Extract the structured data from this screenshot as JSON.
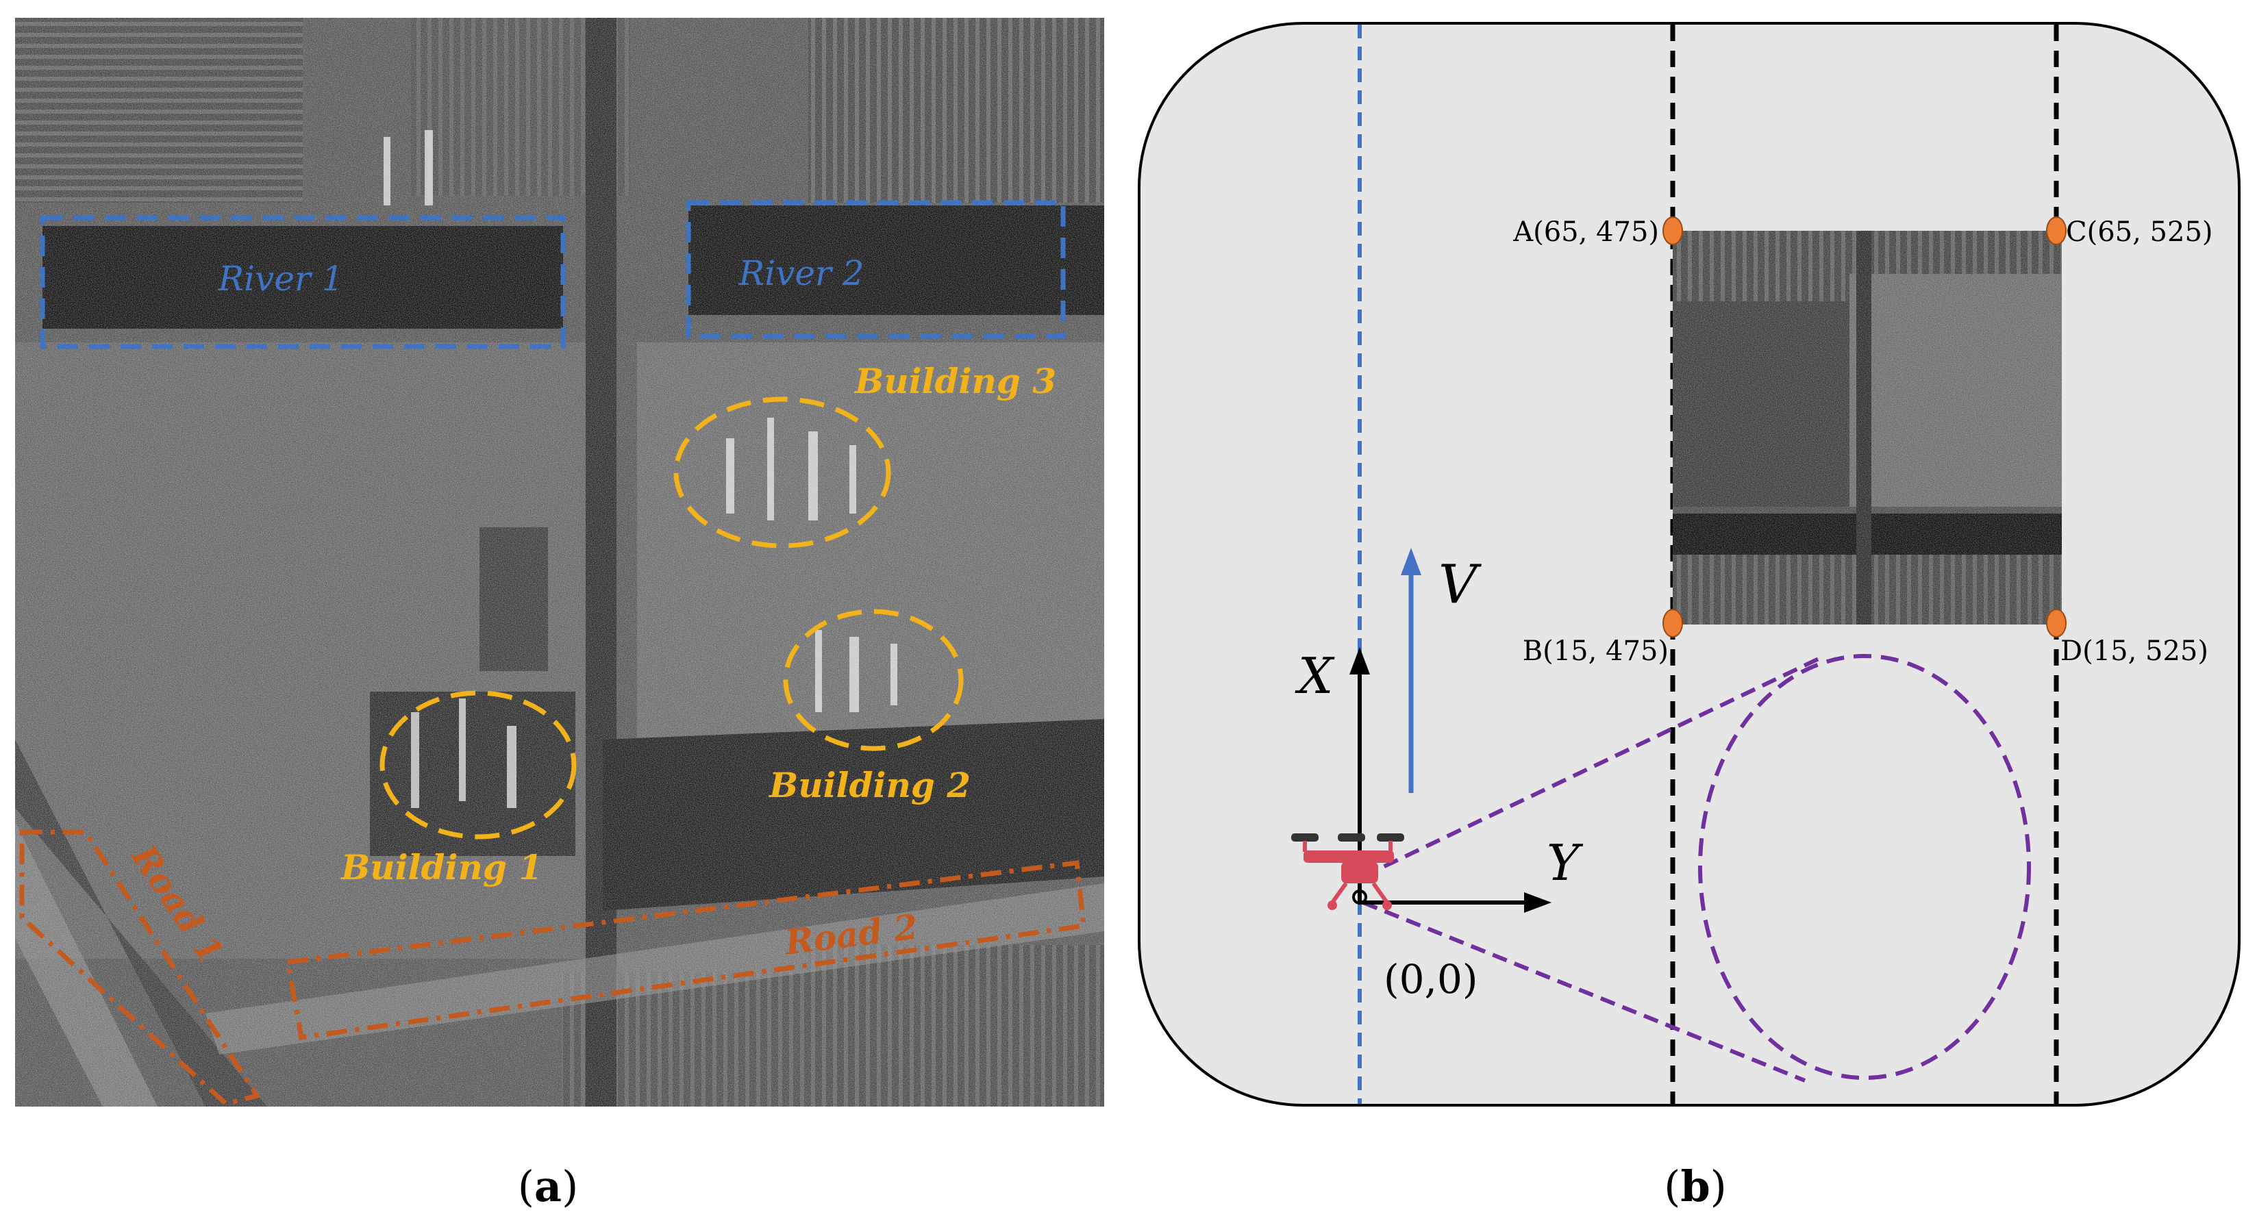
{
  "panel_a": {
    "caption_letter": "a",
    "rivers": [
      {
        "label": "River 1"
      },
      {
        "label": "River 2"
      }
    ],
    "buildings": [
      {
        "label": "Building 1"
      },
      {
        "label": "Building 2"
      },
      {
        "label": "Building 3"
      }
    ],
    "roads": [
      {
        "label": "Road 1"
      },
      {
        "label": "Road 2"
      }
    ],
    "colors": {
      "river": "#3f73c4",
      "building": "#f2b21b",
      "road": "#c55a1f"
    }
  },
  "panel_b": {
    "caption_letter": "b",
    "velocity_label": "V",
    "x_axis_label": "X",
    "y_axis_label": "Y",
    "origin_label": "(0,0)",
    "corners": [
      {
        "id": "A",
        "label": "A(65, 475)"
      },
      {
        "id": "B",
        "label": "B(15, 475)"
      },
      {
        "id": "C",
        "label": "C(65, 525)"
      },
      {
        "id": "D",
        "label": "D(15, 525)"
      }
    ],
    "colors": {
      "background": "#e6e6e6",
      "flight_path": "#4472c4",
      "swath_edges": "#000000",
      "beam": "#7030a0",
      "corner_marker": "#ed7d31",
      "drone": "#d64a5c"
    }
  }
}
